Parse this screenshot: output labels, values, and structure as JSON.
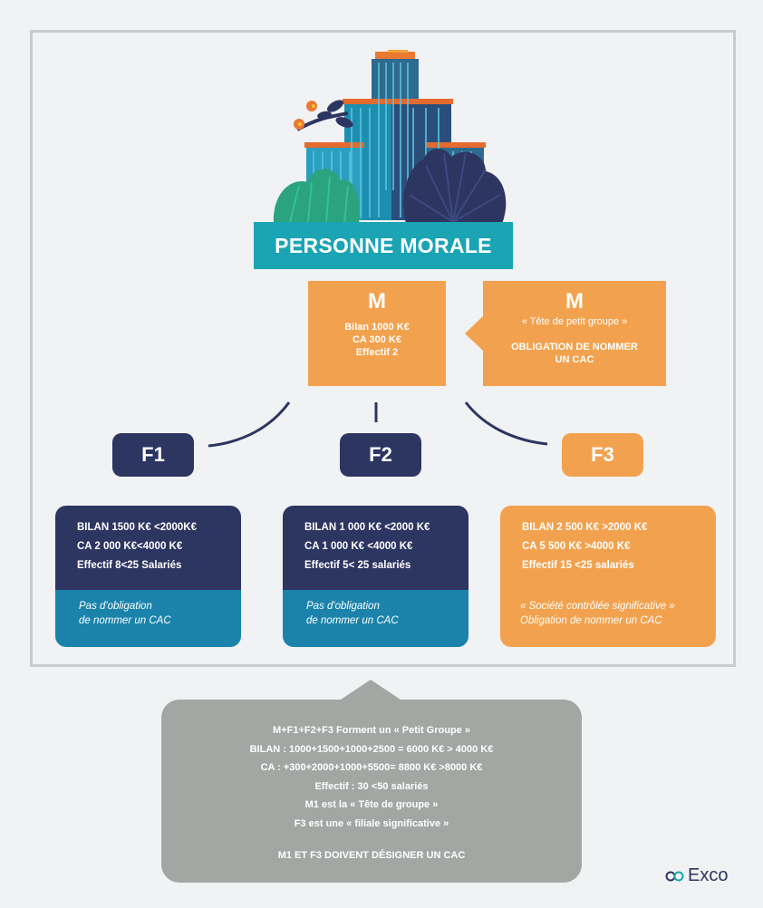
{
  "header": {
    "title": "PERSONNE MORALE"
  },
  "parent": {
    "label": "M",
    "lines": [
      "Bilan 1000 K€",
      "CA 300 K€",
      "Effectif 2"
    ]
  },
  "parent_note": {
    "label": "M",
    "subtitle": "« Tête de petit groupe »",
    "lines": [
      "OBLIGATION DE NOMMER",
      "UN CAC"
    ]
  },
  "children": [
    {
      "label": "F1",
      "lines": [
        "BILAN  1500 K€ <2000K€",
        "CA 2 000 K€<4000 K€",
        "Effectif 8<25 Salariés"
      ],
      "note": [
        "Pas d'obligation",
        "de nommer un CAC"
      ]
    },
    {
      "label": "F2",
      "lines": [
        "BILAN  1 000 K€ <2000 K€",
        "CA 1 000 K€ <4000 K€",
        "Effectif 5< 25 salariés"
      ],
      "note": [
        "Pas d'obligation",
        "de nommer un CAC"
      ]
    },
    {
      "label": "F3",
      "lines": [
        "BILAN  2 500 K€ >2000 K€",
        "CA 5 500 K€ >4000 K€",
        "Effectif 15 <25 salariés"
      ],
      "note": [
        "« Société contrôlée significative »",
        "Obligation de nommer un CAC"
      ]
    }
  ],
  "summary": {
    "lines": [
      "M+F1+F2+F3 Forment un « Petit Groupe »",
      "BILAN : 1000+1500+1000+2500 = 6000 K€ > 4000 K€",
      "CA : +300+2000+1000+5500= 8800 K€ >8000 K€",
      "Effectif : 30 <50 salariés",
      "M1 est la « Tête de groupe »",
      "F3 est une « filiale significative »"
    ],
    "conclusion": "M1 ET F3 DOIVENT DÉSIGNER UN CAC"
  },
  "brand": {
    "name": "Exco"
  },
  "colors": {
    "teal": "#1aa4b4",
    "orange": "#f2a24e",
    "navy": "#2d3561",
    "blue": "#1b83ab",
    "gray": "#a2a7a4"
  }
}
